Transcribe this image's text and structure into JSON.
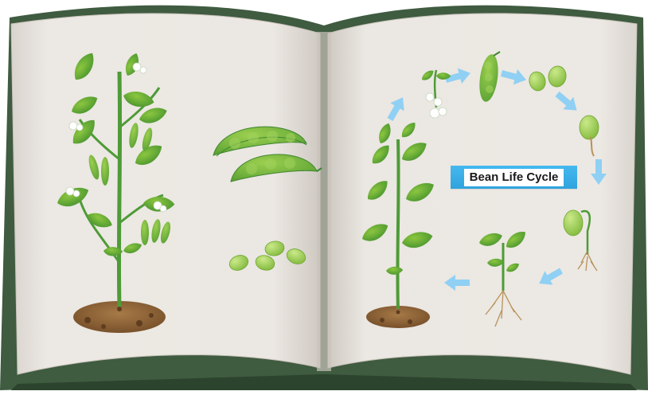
{
  "diagram": {
    "title": "Bean Life Cycle",
    "left_page": {
      "items": [
        "bean-plant-with-flowers",
        "bean-pods",
        "bean-seeds",
        "soil-mound"
      ]
    },
    "right_page": {
      "stages": [
        "flowering-sprig",
        "bean-pod",
        "seeds",
        "germinating-seed",
        "sprout-with-roots",
        "seedling",
        "mature-plant"
      ]
    }
  },
  "colors": {
    "book_cover": "#3f5b40",
    "page": "#e9e5e0",
    "leaf_dark": "#3f8e2d",
    "leaf_light": "#8cc63f",
    "stem": "#4e9b37",
    "soil": "#8b6238",
    "arrow": "#8fd0f4",
    "banner": "#3cb0e8"
  }
}
